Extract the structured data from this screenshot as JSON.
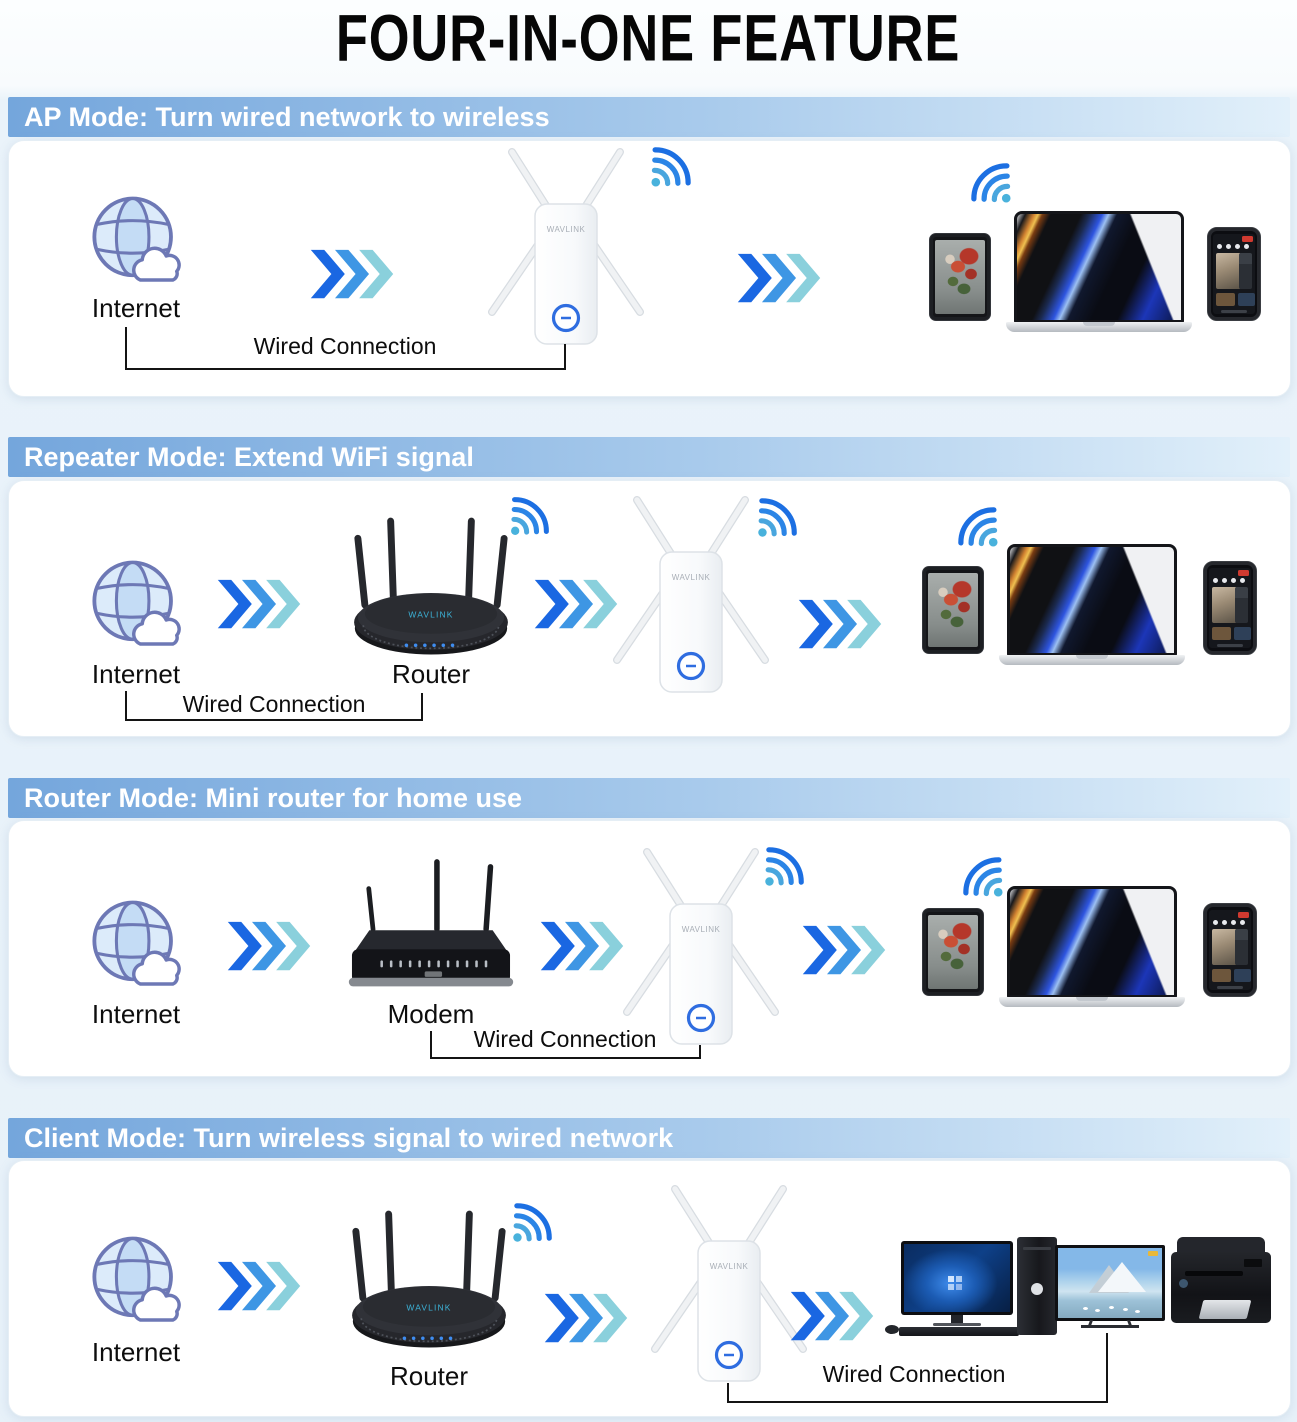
{
  "page": {
    "title": "FOUR-IN-ONE FEATURE"
  },
  "brand": "WAVLINK",
  "sections": [
    {
      "id": "ap-mode",
      "title": "AP Mode: Turn wired network to wireless",
      "internet": "Internet",
      "wired": "Wired Connection",
      "receivers": [
        "tablet",
        "laptop",
        "smartphone"
      ]
    },
    {
      "id": "repeater-mode",
      "title": "Repeater Mode: Extend WiFi signal",
      "internet": "Internet",
      "device_label": "Router",
      "wired": "Wired Connection",
      "receivers": [
        "tablet",
        "laptop",
        "smartphone"
      ]
    },
    {
      "id": "router-mode",
      "title": "Router Mode: Mini router for home use",
      "internet": "Internet",
      "device_label": "Modem",
      "wired": "Wired Connection",
      "receivers": [
        "tablet",
        "laptop",
        "smartphone"
      ]
    },
    {
      "id": "client-mode",
      "title": "Client Mode: Turn wireless signal to wired network",
      "internet": "Internet",
      "device_label": "Router",
      "wired": "Wired Connection",
      "receivers": [
        "desktop-pc",
        "tv",
        "printer"
      ]
    }
  ],
  "icons": {
    "internet": "globe-with-cloud",
    "flow": "triple-chevron-right",
    "signal": "wifi-waves"
  },
  "colors": {
    "header_start": "#74a6dc",
    "header_end": "#e2f0fa",
    "chevron_dark": "#1a67e2",
    "chevron_mid": "#3e96e4",
    "chevron_light": "#8ad0dc",
    "wifi_outer": "#1c6fe2",
    "wifi_mid": "#2b85e6",
    "wifi_inner": "#49a6de",
    "extender_button_ring": "#2f6de0",
    "wired_line": "#141414"
  }
}
